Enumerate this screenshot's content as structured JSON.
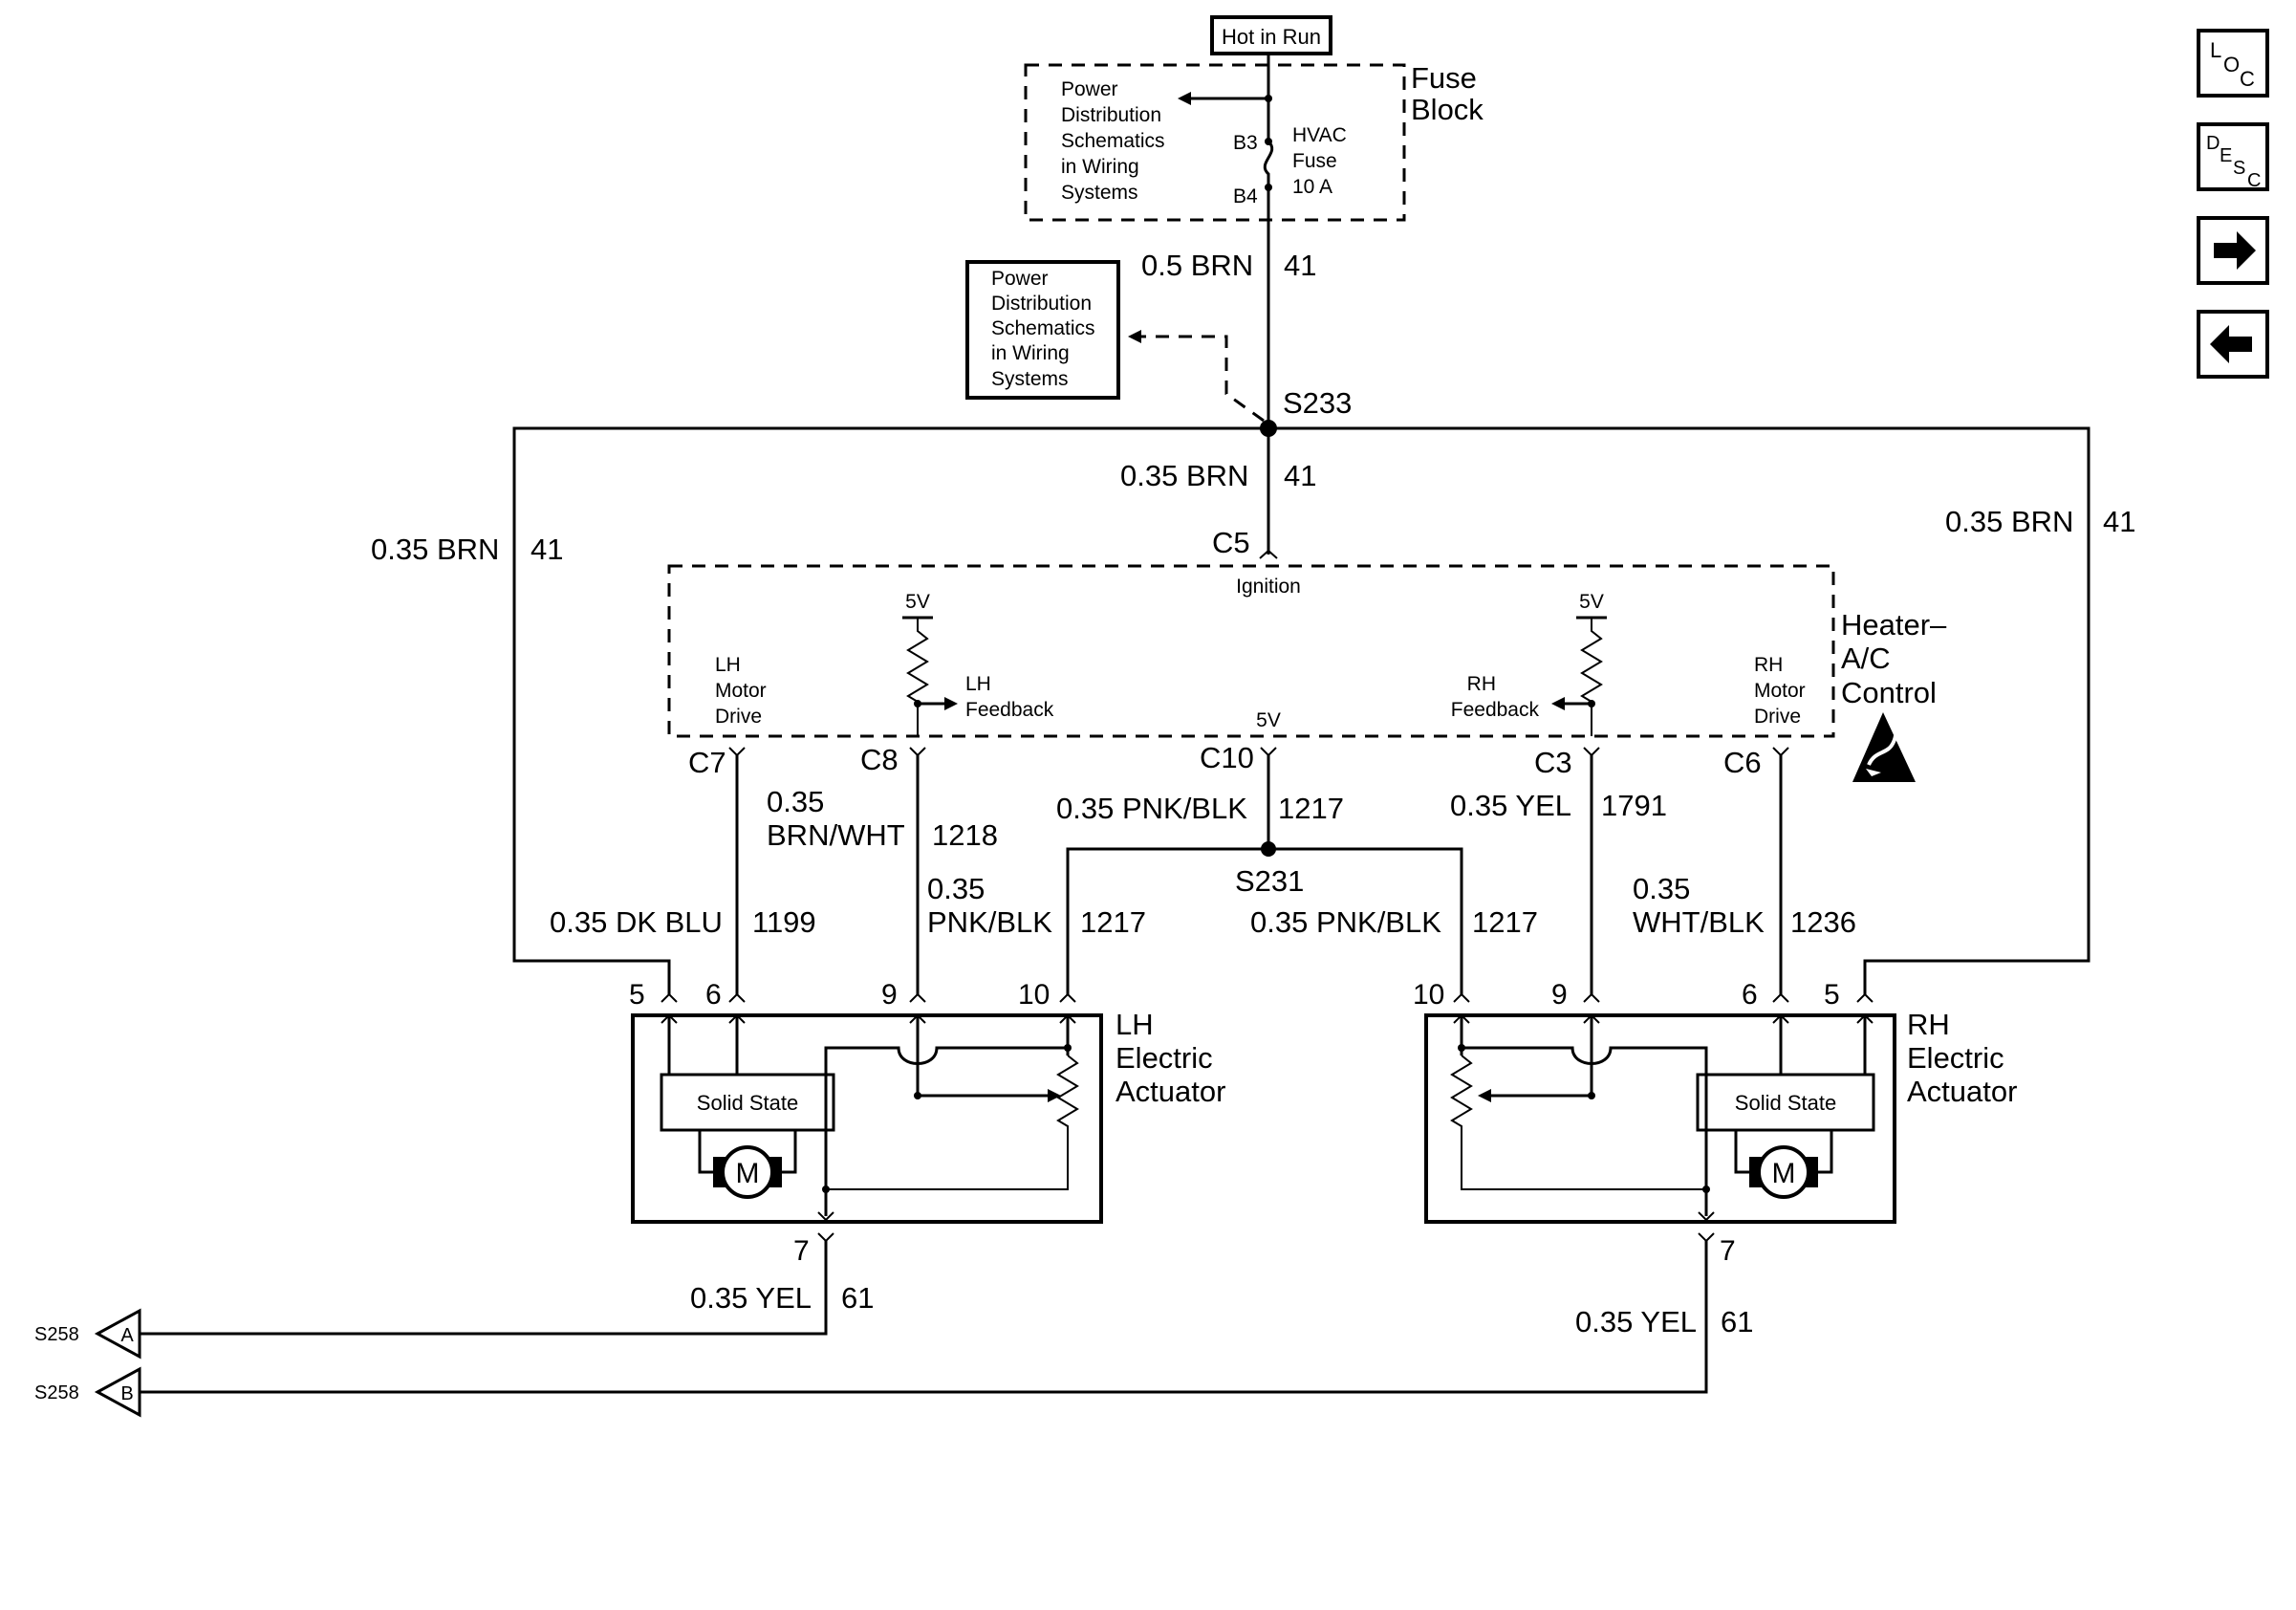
{
  "top": {
    "hot_in_run": "Hot in Run",
    "fuse_block_line1": "Fuse",
    "fuse_block_line2": "Block",
    "power_dist_lines": [
      "Power",
      "Distribution",
      "Schematics",
      "in Wiring",
      "Systems"
    ],
    "fuse_pin_in": "B3",
    "fuse_pin_out": "B4",
    "fuse_name_lines": [
      "HVAC",
      "Fuse",
      "10 A"
    ]
  },
  "wires": {
    "w_fuse_out": {
      "gauge": "0.5 BRN",
      "circuit": "41"
    },
    "w_s233_down": {
      "gauge": "0.35 BRN",
      "circuit": "41"
    },
    "w_left_brn": {
      "gauge": "0.35 BRN",
      "circuit": "41"
    },
    "w_right_brn": {
      "gauge": "0.35 BRN",
      "circuit": "41"
    },
    "w_c8": {
      "gauge_line1": "0.35",
      "gauge_line2": "BRN/WHT",
      "circuit": "1218"
    },
    "w_c10": {
      "gauge": "0.35 PNK/BLK",
      "circuit": "1217"
    },
    "w_c3": {
      "gauge": "0.35 YEL",
      "circuit": "1791"
    },
    "w_c7": {
      "gauge": "0.35 DK BLU",
      "circuit": "1199"
    },
    "w_lh10": {
      "gauge_line1": "0.35",
      "gauge_line2": "PNK/BLK",
      "circuit": "1217"
    },
    "w_rh10": {
      "gauge": "0.35 PNK/BLK",
      "circuit": "1217"
    },
    "w_c6": {
      "gauge_line1": "0.35",
      "gauge_line2": "WHT/BLK",
      "circuit": "1236"
    },
    "w_lh7": {
      "gauge": "0.35 YEL",
      "circuit": "61"
    },
    "w_rh7": {
      "gauge": "0.35 YEL",
      "circuit": "61"
    }
  },
  "splices": {
    "s233": "S233",
    "s231": "S231"
  },
  "control": {
    "name_lines": [
      "Heater–",
      "A/C",
      "Control"
    ],
    "ignition": "Ignition",
    "lh_motor_drive_lines": [
      "LH",
      "Motor",
      "Drive"
    ],
    "rh_motor_drive_lines": [
      "RH",
      "Motor",
      "Drive"
    ],
    "lh_feedback_lines": [
      "LH",
      "Feedback"
    ],
    "rh_feedback_lines": [
      "RH",
      "Feedback"
    ],
    "v5": "5V",
    "connectors": {
      "c5": "C5",
      "c7": "C7",
      "c8": "C8",
      "c10": "C10",
      "c3": "C3",
      "c6": "C6"
    }
  },
  "lh_actuator": {
    "name_lines": [
      "LH",
      "Electric",
      "Actuator"
    ],
    "solid_state": "Solid State",
    "motor": "M",
    "pins": {
      "p5": "5",
      "p6": "6",
      "p9": "9",
      "p10": "10",
      "p7": "7"
    }
  },
  "rh_actuator": {
    "name_lines": [
      "RH",
      "Electric",
      "Actuator"
    ],
    "solid_state": "Solid State",
    "motor": "M",
    "pins": {
      "p10": "10",
      "p9": "9",
      "p6": "6",
      "p5": "5",
      "p7": "7"
    }
  },
  "offpage": {
    "a": {
      "splice": "S258",
      "letter": "A"
    },
    "b": {
      "splice": "S258",
      "letter": "B"
    }
  },
  "nav": {
    "loc": {
      "l": "L",
      "o": "O",
      "c": "C"
    },
    "desc": {
      "d": "D",
      "e": "E",
      "s": "S",
      "c": "C"
    },
    "next_icon": "arrow-right",
    "prev_icon": "arrow-left"
  }
}
